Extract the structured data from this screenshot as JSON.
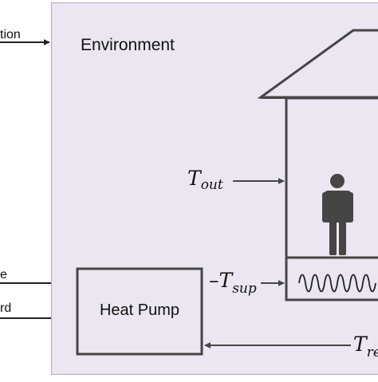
{
  "colors": {
    "environment_fill": "#ece6f2",
    "environment_border": "#b7aec4",
    "stroke": "#454545",
    "person": "#454545"
  },
  "left_labels": {
    "action": "tion",
    "state": "e",
    "reward": "rd"
  },
  "environment": {
    "title": "Environment"
  },
  "heat_pump": {
    "label": "Heat Pump"
  },
  "signals": {
    "t_out": {
      "symbol": "T",
      "sub": "out"
    },
    "t_sup": {
      "prefix": "–",
      "symbol": "T",
      "sub": "sup"
    },
    "t_ret": {
      "symbol": "T",
      "sub": "re"
    }
  },
  "icons": [
    "person-icon",
    "floor-heating-icon",
    "house-icon"
  ]
}
